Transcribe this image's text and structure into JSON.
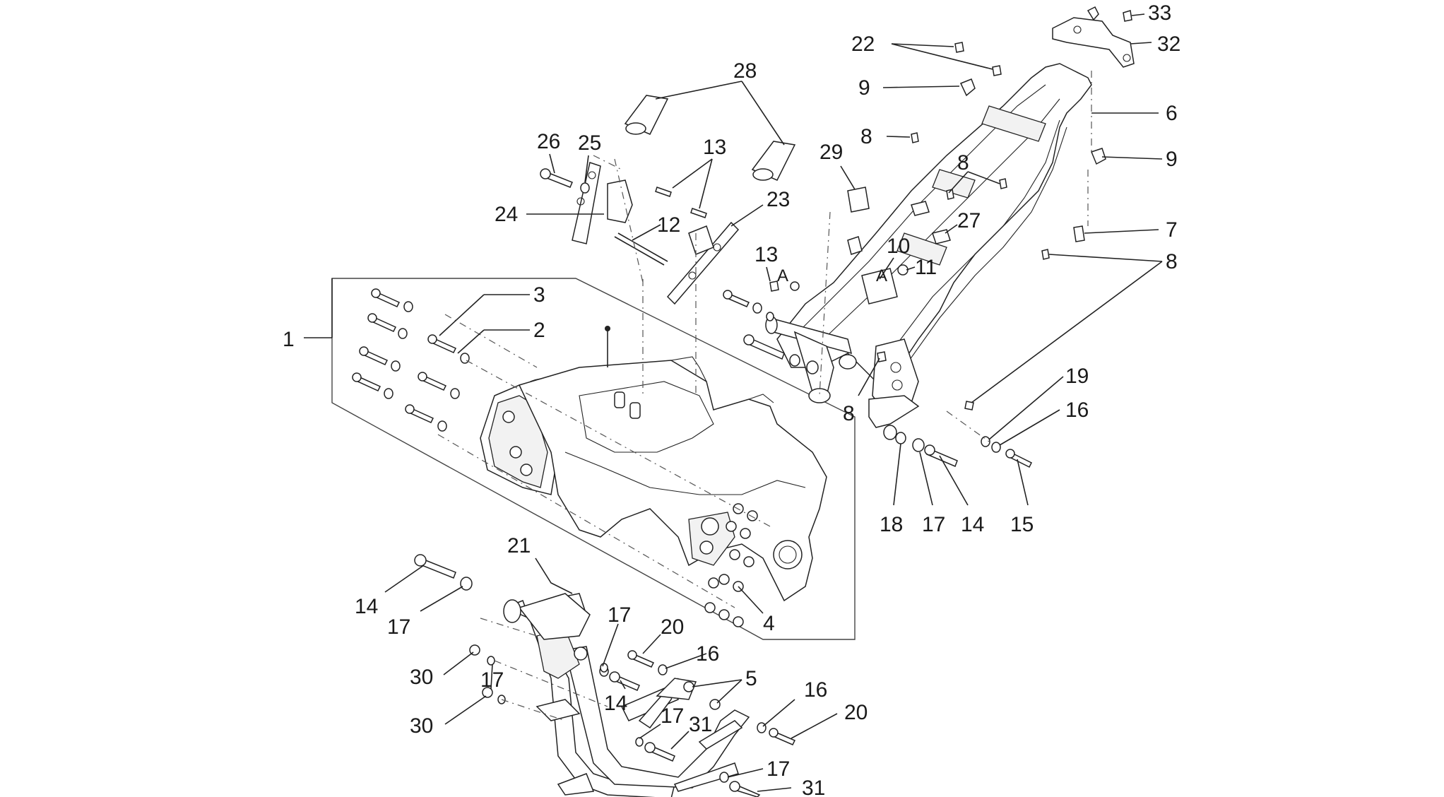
{
  "labels": {
    "l1": "1",
    "l2": "2",
    "l3": "3",
    "l4": "4",
    "l5": "5",
    "l6": "6",
    "l7": "7",
    "l8a": "8",
    "l8b": "8",
    "l8c": "8",
    "l8d": "8",
    "l9a": "9",
    "l9b": "9",
    "l10": "10",
    "l11": "11",
    "l12": "12",
    "l13a": "13",
    "l13b": "13",
    "l14a": "14",
    "l14b": "14",
    "l14c": "14",
    "l15": "15",
    "l16a": "16",
    "l16b": "16",
    "l16c": "16",
    "l17a": "17",
    "l17b": "17",
    "l17c": "17",
    "l17d": "17",
    "l17e": "17",
    "l17f": "17",
    "l18": "18",
    "l19": "19",
    "l20a": "20",
    "l20b": "20",
    "l21": "21",
    "l22": "22",
    "l23": "23",
    "l24": "24",
    "l25": "25",
    "l26": "26",
    "l27": "27",
    "l28": "28",
    "l29": "29",
    "l30a": "30",
    "l30b": "30",
    "l31a": "31",
    "l31b": "31",
    "l32": "32",
    "l33": "33",
    "refA1": "A",
    "refA2": "A"
  }
}
